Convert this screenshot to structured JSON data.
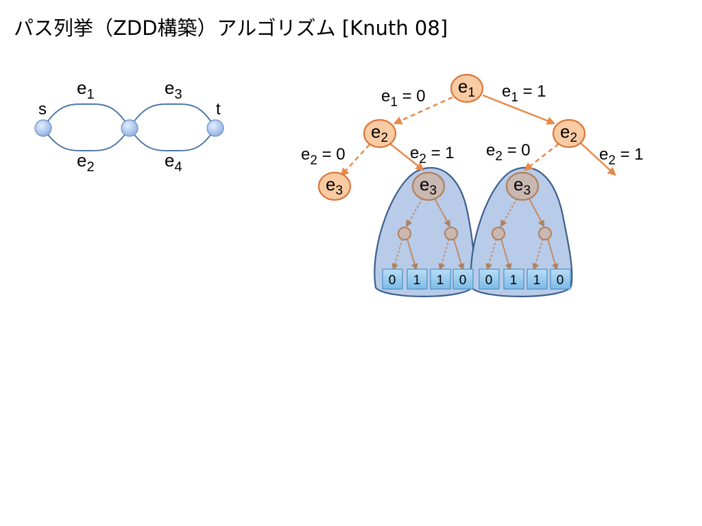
{
  "title": "パス列挙（ZDD構築）アルゴリズム [Knuth 08]",
  "colors": {
    "graph_edge": "#4a76a8",
    "graph_node": "#a9c4ee",
    "zdd_orange": "#e8894a",
    "zdd_fill": "#f9cba3",
    "zdd_gray_fill": "#c9b8b2",
    "subtree_fill": "#b8cbe8",
    "subtree_stroke": "#3d5e8c",
    "terminal_fill": "#8fc6ec"
  },
  "graph": {
    "nodes": [
      {
        "id": "s",
        "label": "s"
      },
      {
        "id": "m",
        "label": ""
      },
      {
        "id": "t",
        "label": "t"
      }
    ],
    "edges": [
      {
        "id": "e1",
        "var": "e",
        "sub": "1"
      },
      {
        "id": "e2",
        "var": "e",
        "sub": "2"
      },
      {
        "id": "e3",
        "var": "e",
        "sub": "3"
      },
      {
        "id": "e4",
        "var": "e",
        "sub": "4"
      }
    ]
  },
  "zdd": {
    "nodes": [
      {
        "id": "n-e1",
        "var": "e",
        "sub": "1"
      },
      {
        "id": "n-e2-left",
        "var": "e",
        "sub": "2"
      },
      {
        "id": "n-e2-right",
        "var": "e",
        "sub": "2"
      },
      {
        "id": "n-e3-a",
        "var": "e",
        "sub": "3"
      },
      {
        "id": "n-e3-b",
        "var": "e",
        "sub": "3"
      },
      {
        "id": "n-e3-c",
        "var": "e",
        "sub": "3"
      }
    ],
    "edge_labels": [
      {
        "id": "e1-0",
        "var": "e",
        "sub": "1",
        "text": " = 0"
      },
      {
        "id": "e1-1",
        "var": "e",
        "sub": "1",
        "text": " = 1"
      },
      {
        "id": "e2-0-left",
        "var": "e",
        "sub": "2",
        "text": " = 0"
      },
      {
        "id": "e2-1-left",
        "var": "e",
        "sub": "2",
        "text": " = 1"
      },
      {
        "id": "e2-0-right",
        "var": "e",
        "sub": "2",
        "text": " = 0"
      },
      {
        "id": "e2-1-right",
        "var": "e",
        "sub": "2",
        "text": " = 1"
      }
    ],
    "terminals_left": [
      "0",
      "1",
      "1",
      "0"
    ],
    "terminals_right": [
      "0",
      "1",
      "1",
      "0"
    ]
  }
}
